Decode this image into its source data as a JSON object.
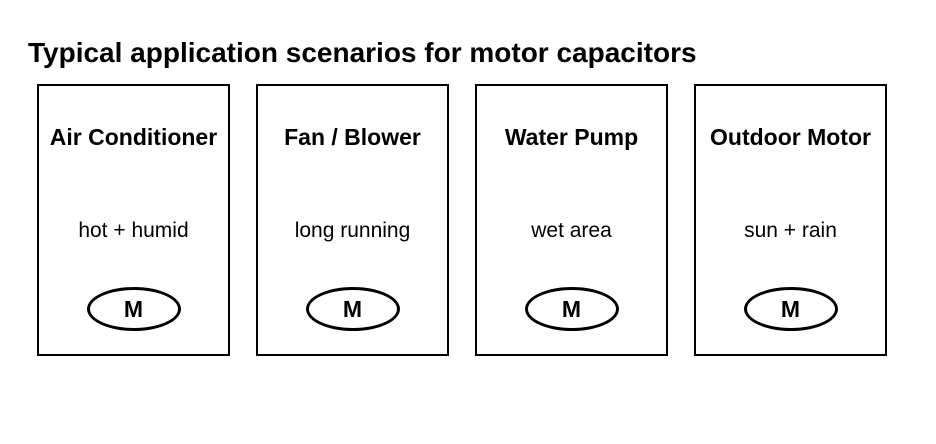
{
  "page": {
    "title": "Typical application scenarios for motor capacitors"
  },
  "colors": {
    "foreground": "#000000",
    "background": "#ffffff"
  },
  "cards": [
    {
      "title": "Air Conditioner",
      "condition": "hot + humid",
      "motor_label": "M"
    },
    {
      "title": "Fan / Blower",
      "condition": "long running",
      "motor_label": "M"
    },
    {
      "title": "Water Pump",
      "condition": "wet area",
      "motor_label": "M"
    },
    {
      "title": "Outdoor Motor",
      "condition": "sun + rain",
      "motor_label": "M"
    }
  ]
}
